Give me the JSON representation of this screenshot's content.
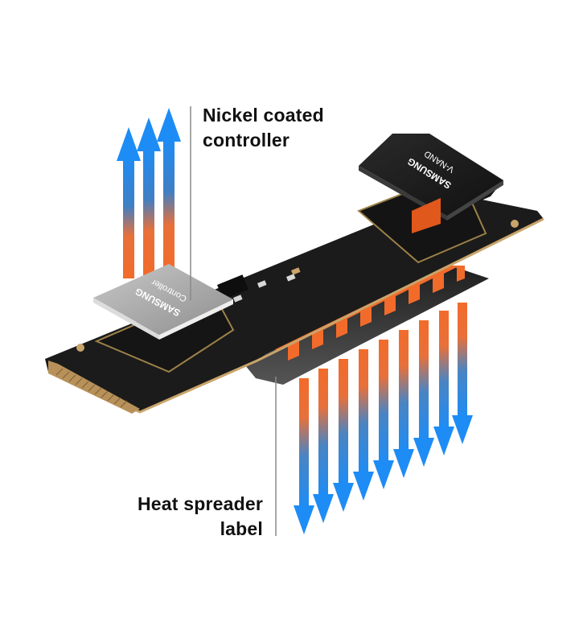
{
  "figure": {
    "subject": "M.2 NVMe SSD thermal design illustration",
    "callouts": {
      "controller": {
        "line1": "Nickel coated",
        "line2": "controller"
      },
      "heat_spreader": {
        "line1": "Heat spreader",
        "line2": "label"
      }
    },
    "chips": {
      "controller": {
        "brand": "SAMSUNG",
        "text": "Controller"
      },
      "nand": {
        "brand": "SAMSUNG",
        "text": "V-NAND"
      }
    },
    "colors": {
      "heat_orange": "#f26b2a",
      "cool_blue": "#1e8cf5",
      "pcb_black": "#1b1b1b",
      "nickel_gray": "#a9a9a9",
      "gold_edge": "#c9a46a",
      "label_text": "#111111",
      "leader_line": "#8a8a8a"
    },
    "arrows": {
      "up_count": 3,
      "down_count": 9
    }
  }
}
